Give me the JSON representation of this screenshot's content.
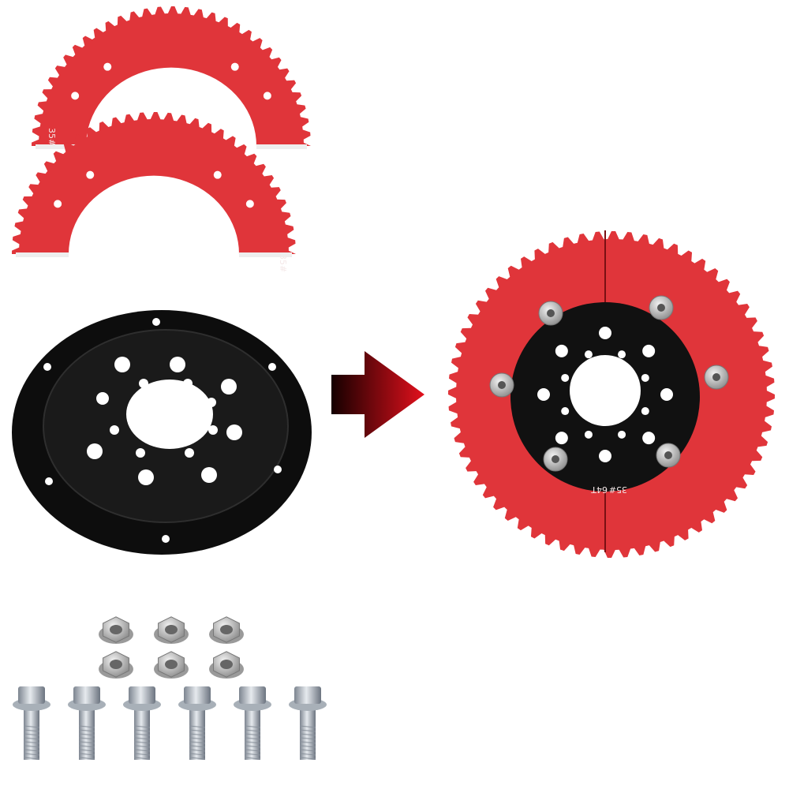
{
  "engravings": {
    "pitch": "35#",
    "teeth": "64T"
  },
  "colors": {
    "sprocket_red": "#e0353a",
    "plate_black": "#111111",
    "arrow_start": "#1a0000",
    "arrow_end": "#e0101a"
  },
  "hardware": {
    "nut_count": 6,
    "bolt_count": 6
  }
}
